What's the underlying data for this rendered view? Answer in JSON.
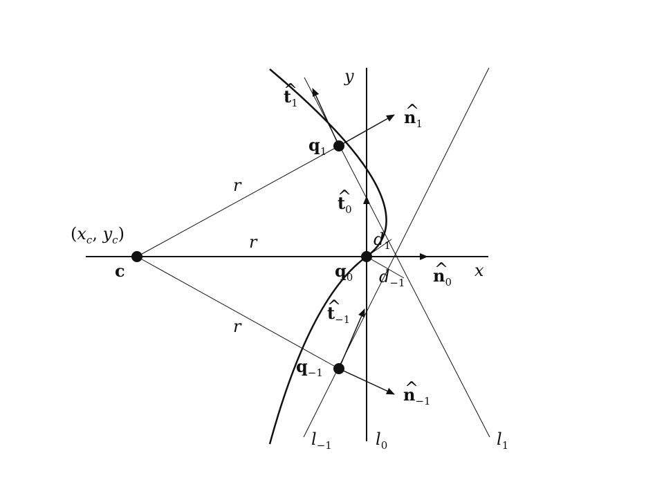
{
  "diagram": {
    "axes": {
      "x_label": "x",
      "y_label": "y"
    },
    "center": {
      "label": "c",
      "coord_open": "(",
      "coord_x": "x",
      "coord_x_sub": "c",
      "coord_sep": ", ",
      "coord_y": "y",
      "coord_y_sub": "c",
      "coord_close": ")"
    },
    "radius_labels": [
      "r",
      "r",
      "r"
    ],
    "points": {
      "q1": {
        "base": "q",
        "sub": "1"
      },
      "q0": {
        "base": "q",
        "sub": "0"
      },
      "qm1": {
        "base": "q",
        "sub": "−1"
      }
    },
    "tangents": {
      "t1": {
        "base": "t",
        "sub": "1"
      },
      "t0": {
        "base": "t",
        "sub": "0"
      },
      "tm1": {
        "base": "t",
        "sub": "−1"
      }
    },
    "normals": {
      "n1": {
        "base": "n",
        "sub": "1"
      },
      "n0": {
        "base": "n",
        "sub": "0"
      },
      "nm1": {
        "base": "n",
        "sub": "−1"
      }
    },
    "distances": {
      "d1": {
        "base": "d",
        "sub": "1"
      },
      "dm1": {
        "base": "d",
        "sub": "−1"
      }
    },
    "lines": {
      "l0": {
        "base": "l",
        "sub": "0"
      },
      "l1": {
        "base": "l",
        "sub": "1"
      },
      "lm1": {
        "base": "l",
        "sub": "−1"
      }
    },
    "colors": {
      "ink": "#111111",
      "background": "#ffffff"
    }
  }
}
